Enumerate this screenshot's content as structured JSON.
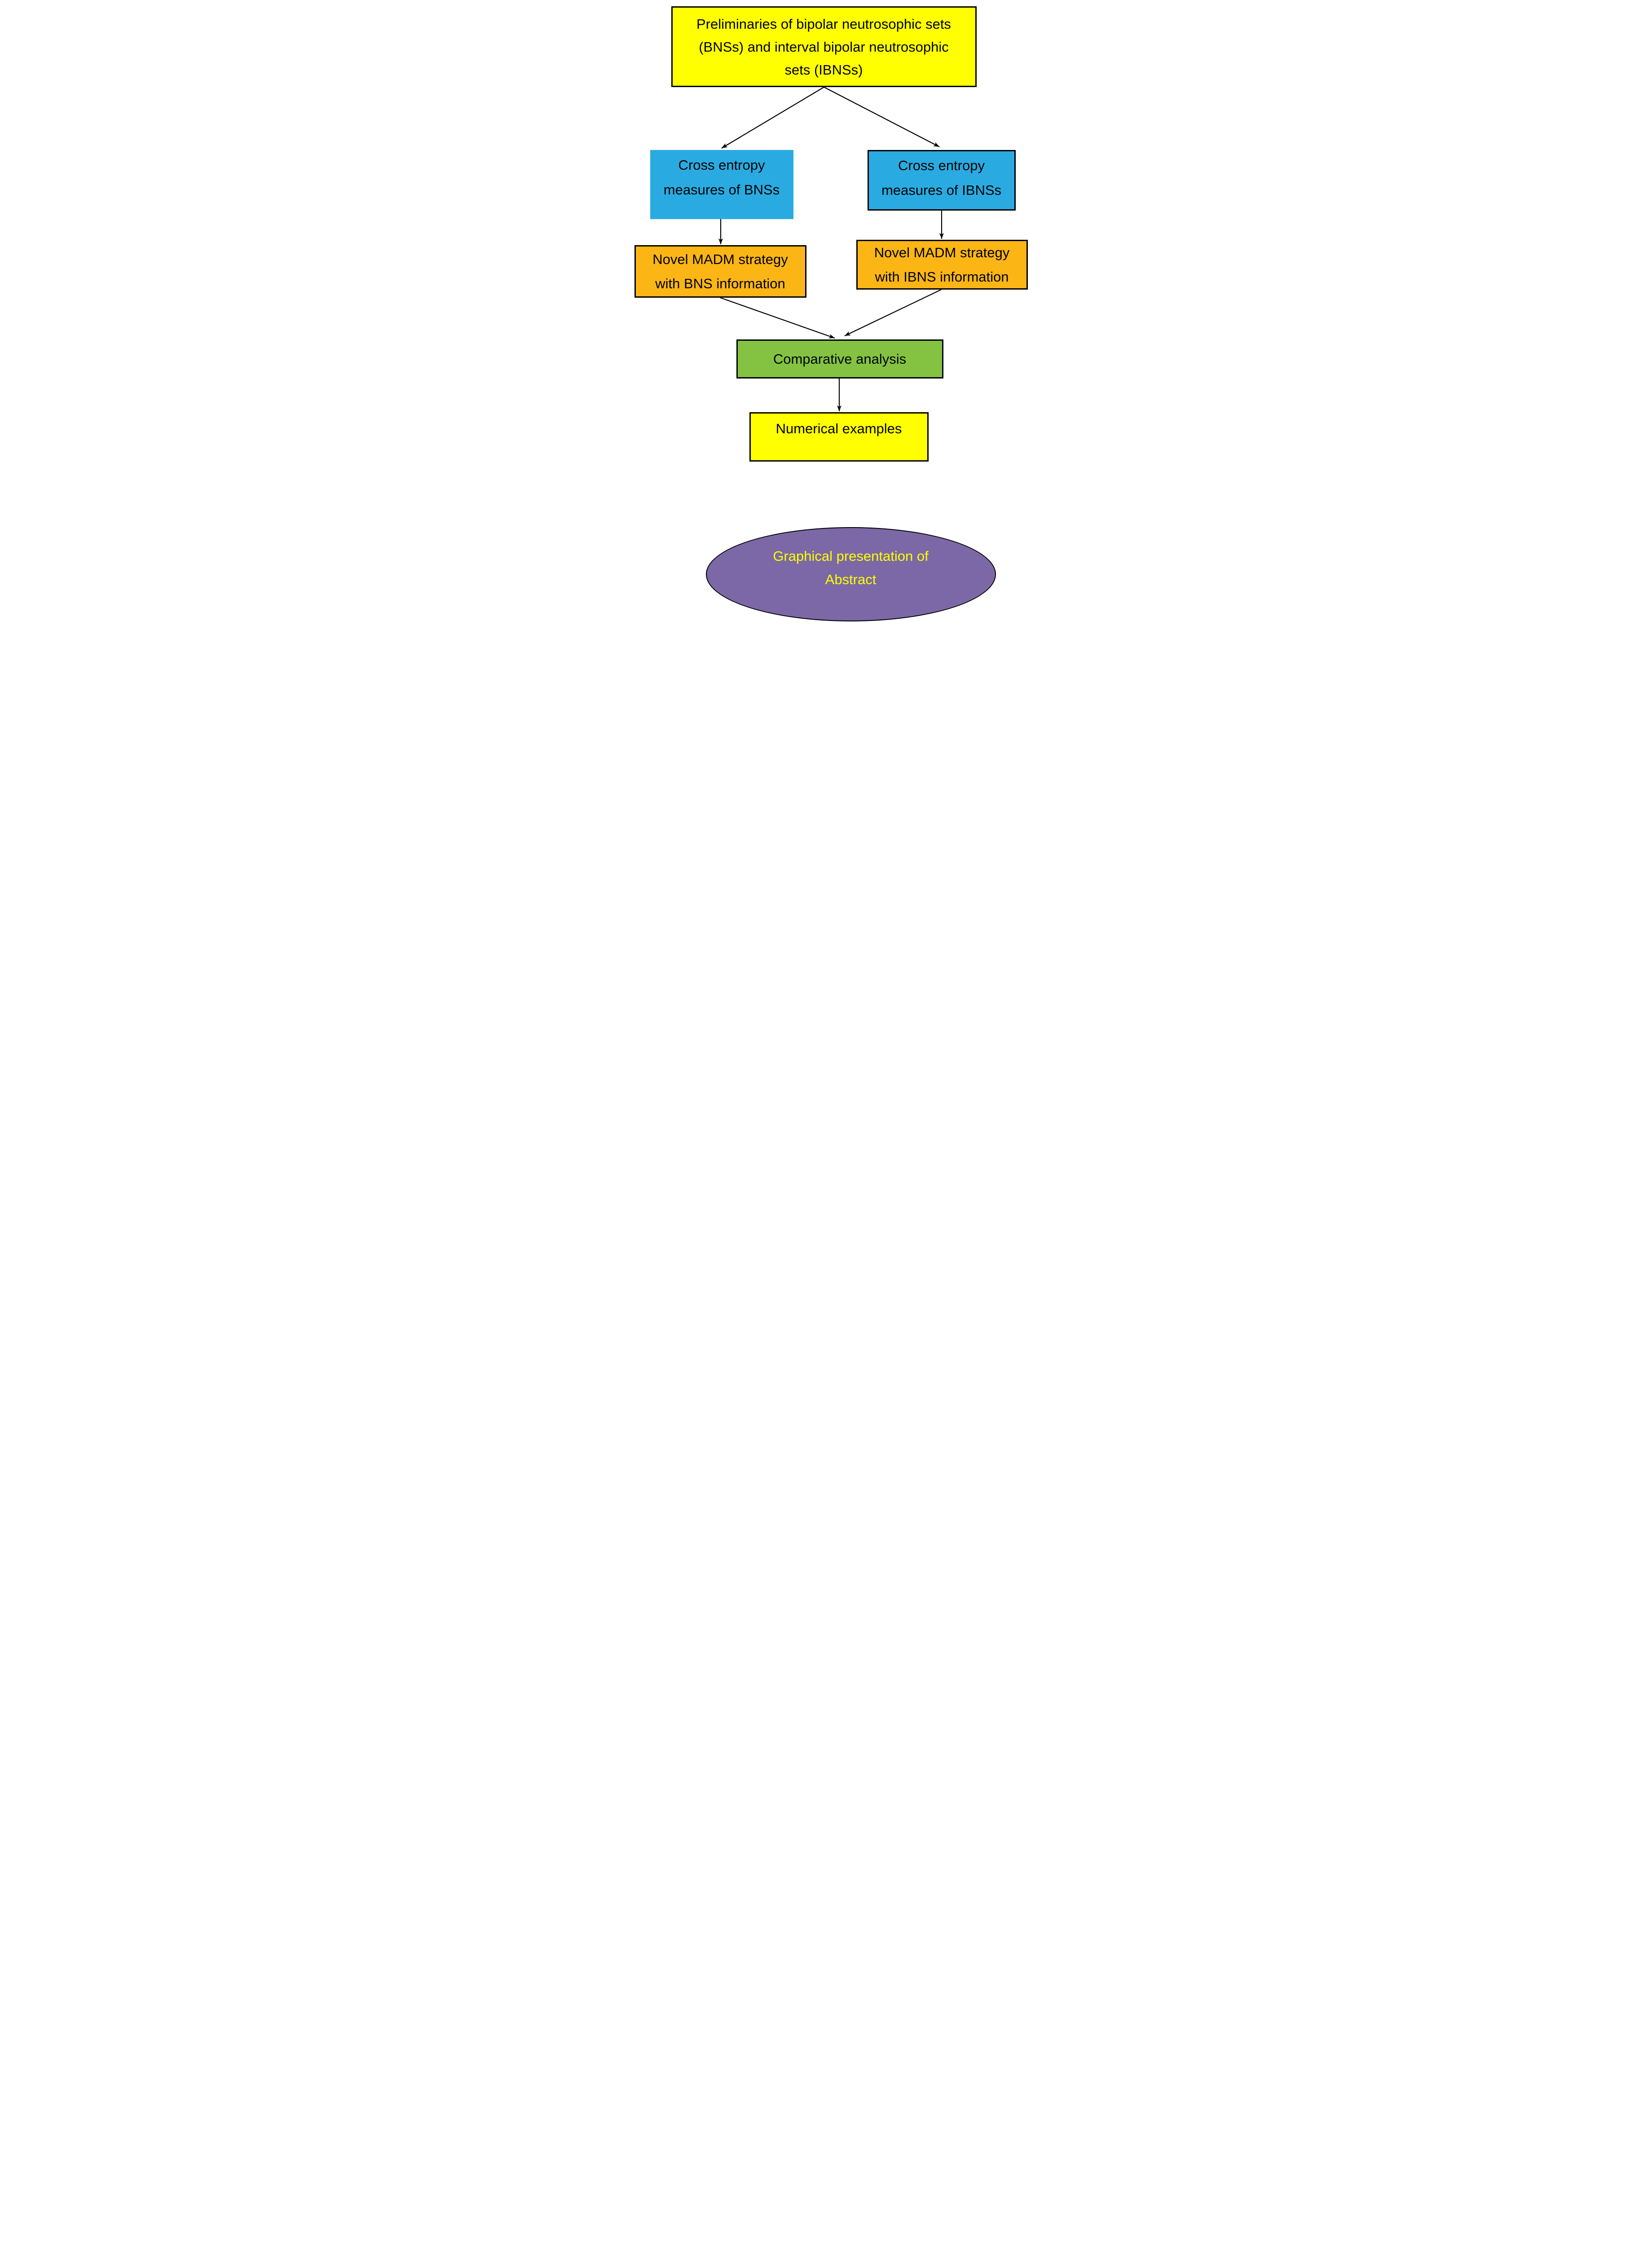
{
  "page": {
    "background": "#FFFFFF"
  },
  "palette": {
    "yellow": "#FFFF00",
    "blue": "#29ABE2",
    "orange": "#FBB615",
    "green": "#83C341",
    "purple": "#7C68A6",
    "border": "#000000",
    "arrow": "#000000",
    "box_text": "#000000",
    "ellipse_text": "#FFFF00"
  },
  "nodes": {
    "preliminaries": {
      "lines": [
        "Preliminaries of bipolar neutrosophic sets",
        "(BNSs) and interval bipolar neutrosophic",
        "sets (IBNSs)"
      ]
    },
    "cross_entropy_bns": {
      "lines": [
        "Cross entropy",
        "measures of BNSs"
      ]
    },
    "cross_entropy_ibns": {
      "lines": [
        "Cross entropy",
        "measures of IBNSs"
      ]
    },
    "madm_bns": {
      "lines": [
        "Novel MADM strategy",
        "with BNS information"
      ]
    },
    "madm_ibns": {
      "lines": [
        "Novel MADM strategy",
        "with IBNS information"
      ]
    },
    "comparative": {
      "label": "Comparative analysis"
    },
    "numerical": {
      "label": "Numerical examples"
    },
    "graphical_abstract": {
      "lines": [
        "Graphical presentation of",
        "Abstract"
      ]
    }
  }
}
